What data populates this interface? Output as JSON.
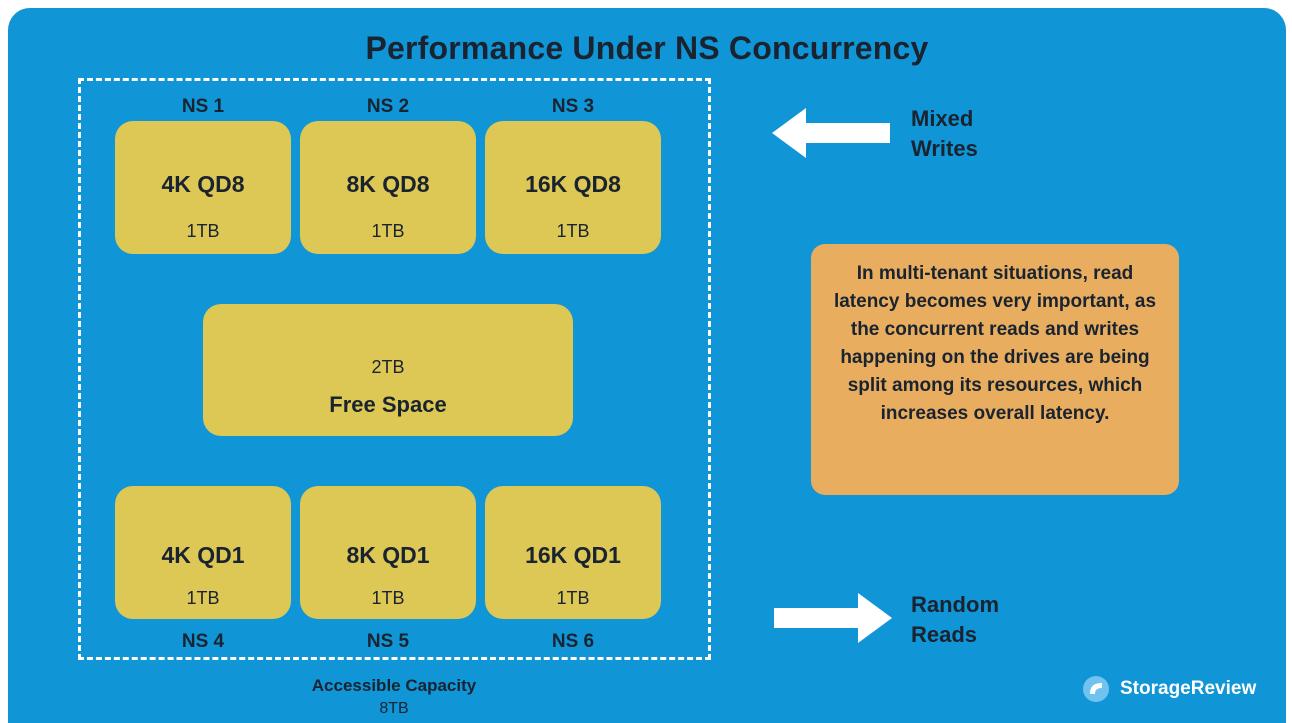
{
  "title": "Performance Under NS Concurrency",
  "namespaces_top": [
    {
      "label": "NS 1",
      "workload": "4K QD8",
      "capacity": "1TB"
    },
    {
      "label": "NS 2",
      "workload": "8K QD8",
      "capacity": "1TB"
    },
    {
      "label": "NS 3",
      "workload": "16K QD8",
      "capacity": "1TB"
    }
  ],
  "free_space": {
    "capacity": "2TB",
    "label": "Free Space"
  },
  "namespaces_bottom": [
    {
      "label": "NS 4",
      "workload": "4K QD1",
      "capacity": "1TB"
    },
    {
      "label": "NS 5",
      "workload": "8K QD1",
      "capacity": "1TB"
    },
    {
      "label": "NS 6",
      "workload": "16K QD1",
      "capacity": "1TB"
    }
  ],
  "mixed_writes": {
    "line1": "Mixed",
    "line2": "Writes"
  },
  "random_reads": {
    "line1": "Random",
    "line2": "Reads"
  },
  "note": "In multi-tenant situations, read latency becomes very important, as the concurrent reads and writes happening on the drives are being split among its resources, which increases overall latency.",
  "accessible_capacity": {
    "label": "Accessible Capacity",
    "value": "8TB"
  },
  "brand": "StorageReview",
  "colors": {
    "background": "#1095d6",
    "block": "#ddc755",
    "note": "#e8ad5f",
    "text": "#1a2330"
  }
}
